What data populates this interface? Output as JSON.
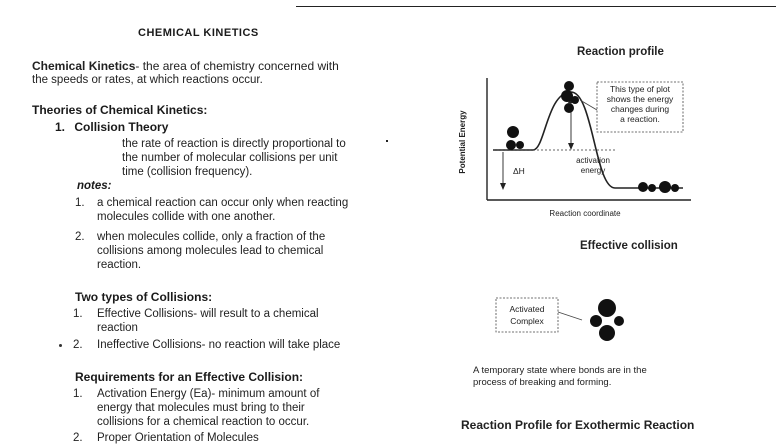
{
  "header": {
    "title": "CHEMICAL KINETICS"
  },
  "intro": {
    "term": "Chemical Kinetics",
    "definition_line1": "- the area of chemistry concerned with",
    "definition_line2": "the speeds or rates, at which reactions occur."
  },
  "theories": {
    "heading": "Theories of Chemical Kinetics:",
    "item_number": "1.",
    "item_title": "Collision Theory",
    "statement": [
      "the rate of reaction is directly proportional to",
      "the number of molecular collisions per unit",
      "time (collision frequency)."
    ],
    "notes_label": "notes:",
    "notes": [
      {
        "num": "1.",
        "lines": [
          "a chemical reaction can occur only when reacting",
          "molecules collide with one another."
        ]
      },
      {
        "num": "2.",
        "lines": [
          "when molecules collide, only a fraction of the",
          "collisions among molecules lead to chemical",
          "reaction."
        ]
      }
    ]
  },
  "collision_types": {
    "heading": "Two types of Collisions:",
    "items": [
      {
        "num": "1.",
        "lines": [
          "Effective Collisions- will result to a chemical",
          "reaction"
        ]
      },
      {
        "num": "2.",
        "lines": [
          "Ineffective Collisions- no reaction will take place"
        ]
      }
    ]
  },
  "requirements": {
    "heading": "Requirements for an Effective Collision:",
    "items": [
      {
        "num": "1.",
        "lines": [
          "Activation Energy (Ea)- minimum amount of",
          "energy that molecules must bring to their",
          "collisions for a chemical reaction to occur."
        ]
      },
      {
        "num": "2.",
        "lines": [
          "Proper Orientation of Molecules"
        ]
      }
    ]
  },
  "reaction_profile": {
    "title": "Reaction profile",
    "y_axis": "Potential Energy",
    "x_axis": "Reaction coordinate",
    "callout": [
      "This type of plot",
      "shows the energy",
      "changes during",
      "a reaction."
    ],
    "activation_label": [
      "activation",
      "energy"
    ],
    "delta_h": "ΔH"
  },
  "effective_collision": {
    "title": "Effective collision"
  },
  "activated_complex": {
    "label": [
      "Activated",
      "Complex"
    ],
    "caption": [
      "A temporary state where bonds are in the",
      "process of breaking and forming."
    ]
  },
  "exothermic": {
    "title": "Reaction Profile for Exothermic Reaction"
  }
}
